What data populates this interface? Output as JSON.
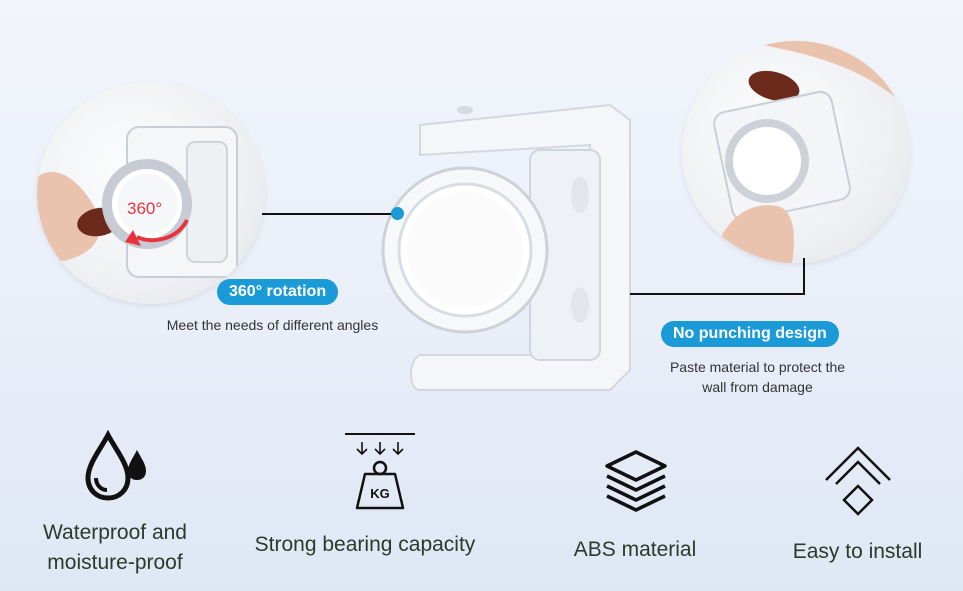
{
  "left_photo": {
    "overlay_text": "360°"
  },
  "callouts": {
    "rotation": {
      "title": "360° rotation",
      "caption": "Meet the needs of different angles"
    },
    "no_punching": {
      "title": "No punching design",
      "caption_line1": "Paste material to protect the",
      "caption_line2": "wall from damage"
    }
  },
  "features": [
    {
      "icon": "water-drops-icon",
      "line1": "Waterproof and",
      "line2": "moisture-proof"
    },
    {
      "icon": "kg-weight-icon",
      "label": "Strong bearing capacity",
      "weight_text": "KG"
    },
    {
      "icon": "layers-icon",
      "label": "ABS material"
    },
    {
      "icon": "chevron-diamond-icon",
      "label": "Easy to install"
    }
  ],
  "colors": {
    "accent": "#1a9bd8",
    "text_dark": "#2a3b2a",
    "arrow_red": "#e8323c"
  }
}
